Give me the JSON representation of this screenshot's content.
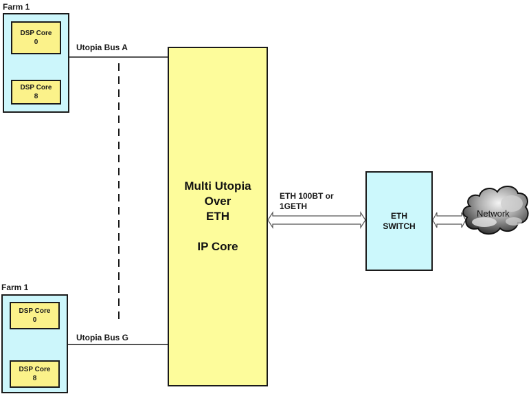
{
  "diagram": {
    "farms": [
      {
        "label": "Farm 1",
        "cores": [
          {
            "name": "DSP Core",
            "index": "0"
          },
          {
            "name": "DSP Core",
            "index": "8"
          }
        ],
        "bus_label": "Utopia Bus A"
      },
      {
        "label": "Farm 1",
        "cores": [
          {
            "name": "DSP Core",
            "index": "0"
          },
          {
            "name": "DSP Core",
            "index": "8"
          }
        ],
        "bus_label": "Utopia Bus G"
      }
    ],
    "ip_core": {
      "line1": "Multi Utopia",
      "line2": "Over",
      "line3": "ETH",
      "line4": "IP Core"
    },
    "eth_link": {
      "line1": "ETH 100BT or",
      "line2": "1GETH"
    },
    "eth_switch": {
      "line1": "ETH",
      "line2": "SWITCH"
    },
    "network": {
      "label": "Network"
    },
    "colors": {
      "farm_fill": "#ccf6fb",
      "dsp_fill": "#fbf28a",
      "ip_core_fill": "#fdfc9b",
      "switch_fill": "#ccf8fc",
      "line": "#1a1a1a"
    }
  }
}
